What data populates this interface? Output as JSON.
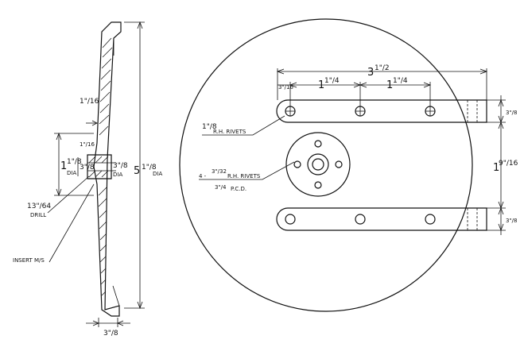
{
  "side_view": {
    "label_thickness_top": "1\"/16",
    "label_hub_step": "1\"/16",
    "label_hub_dia_whole": "1",
    "label_hub_dia_frac": "1\"/8",
    "label_hub_dia_unit": "DIA",
    "label_hub_bore": "3\"/8",
    "label_hub_bore_right": "3\"/8",
    "label_bore_dia_unit": "DIA",
    "label_overall_whole": "5",
    "label_overall_frac": "1\"/8",
    "label_overall_unit": "DIA",
    "label_drill_frac": "13\"/64",
    "label_drill_text": "DRILL",
    "label_insert": "INSERT M/S",
    "label_bottom_thickness": "3\"/8"
  },
  "front_view": {
    "label_span_whole": "3",
    "label_span_frac": "1\"/2",
    "label_first_pitch": "3\"/16",
    "label_pitch_a_whole": "1",
    "label_pitch_a_frac": "1\"/4",
    "label_pitch_b_whole": "1",
    "label_pitch_b_frac": "1\"/4",
    "label_rivets_frac": "1\"/8",
    "label_rivets_text": "R.H. RIVETS",
    "label_small_rivets_pre": "4 -",
    "label_small_rivets_frac": "3\"/32",
    "label_small_rivets_text": "R.H. RIVETS",
    "label_pcd_frac": "3\"/4",
    "label_pcd_text": "P.C.D.",
    "label_strip_width_top": "3\"/8",
    "label_strip_gap_whole": "1",
    "label_strip_gap_frac": "9\"/16",
    "label_strip_width_bottom": "3\"/8"
  }
}
